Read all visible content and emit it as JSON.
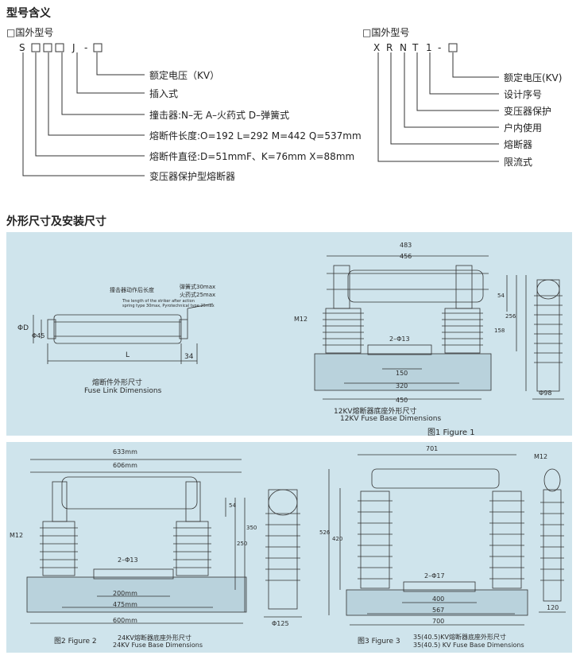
{
  "section1": {
    "title": "型号含义",
    "left": {
      "heading": "□国外型号",
      "code": [
        "S",
        "□",
        "□",
        "□",
        "J",
        "-",
        "□"
      ],
      "items": [
        "额定电压（KV）",
        "插入式",
        "撞击器:N–无 A–火药式 D–弹簧式",
        "熔断件长度:O=192 L=292 M=442 Q=537mm",
        "熔断件直径:D=51mmF、K=76mm X=88mm",
        "变压器保护型熔断器"
      ]
    },
    "right": {
      "heading": "□国外型号",
      "code": [
        "X",
        "R",
        "N",
        "T",
        "1",
        "-",
        "□"
      ],
      "items": [
        "额定电压(KV)",
        "设计序号",
        "变压器保护",
        "户内使用",
        "熔断器",
        "限流式"
      ]
    }
  },
  "section2": {
    "title": "外形尺寸及安装尺寸",
    "panel1": {
      "fuse_link": {
        "striker_note_cn": "撞击器动作后长度",
        "striker_spring_cn": "弹簧式30max",
        "striker_powder_cn": "火药式25max",
        "striker_note_en1": "The length of the striker after action",
        "striker_note_en2": "spring type 30max, Pyrotechnical type 25max",
        "dim_D": "ΦD",
        "dim_45": "Φ45",
        "dim_L": "L",
        "dim_34": "34",
        "caption_cn": "熔断件外形尺寸",
        "caption_en": "Fuse Link Dimensions"
      },
      "base12": {
        "dim_483": "483",
        "dim_456": "456",
        "bolt": "M12",
        "holes": "2–Φ13",
        "dim_150": "150",
        "dim_320": "320",
        "dim_450": "450",
        "dim_54": "54",
        "dim_158": "158",
        "dim_256": "256",
        "dim_98": "Φ98",
        "caption_cn": "12KV熔断器底座外形尺寸",
        "caption_en": "12KV Fuse Base Dimensions",
        "figure": "图1 Figure 1"
      }
    },
    "panel2": {
      "base24": {
        "dim_633": "633mm",
        "dim_606": "606mm",
        "bolt": "M12",
        "holes": "2–Φ13",
        "dim_200": "200mm",
        "dim_475": "475mm",
        "dim_600": "600mm",
        "dim_54": "54",
        "dim_350": "350",
        "dim_250": "250",
        "dim_125": "Φ125",
        "figure": "图2 Figure 2",
        "caption_cn": "24KV熔断器底座外形尺寸",
        "caption_en": "24KV Fuse Base Dimensions"
      },
      "base35": {
        "dim_701": "701",
        "bolt": "M12",
        "dim_526": "526",
        "dim_420": "420",
        "holes": "2–Φ17",
        "dim_400": "400",
        "dim_567": "567",
        "dim_700": "700",
        "dim_120": "120",
        "figure": "图3 Figure 3",
        "caption_cn": "35(40.5)KV熔断器底座外形尺寸",
        "caption_en": "35(40.5) KV Fuse Base Dimensions"
      }
    }
  },
  "colors": {
    "panel": "#cfe4ec",
    "line": "#333333",
    "text": "#222222"
  }
}
